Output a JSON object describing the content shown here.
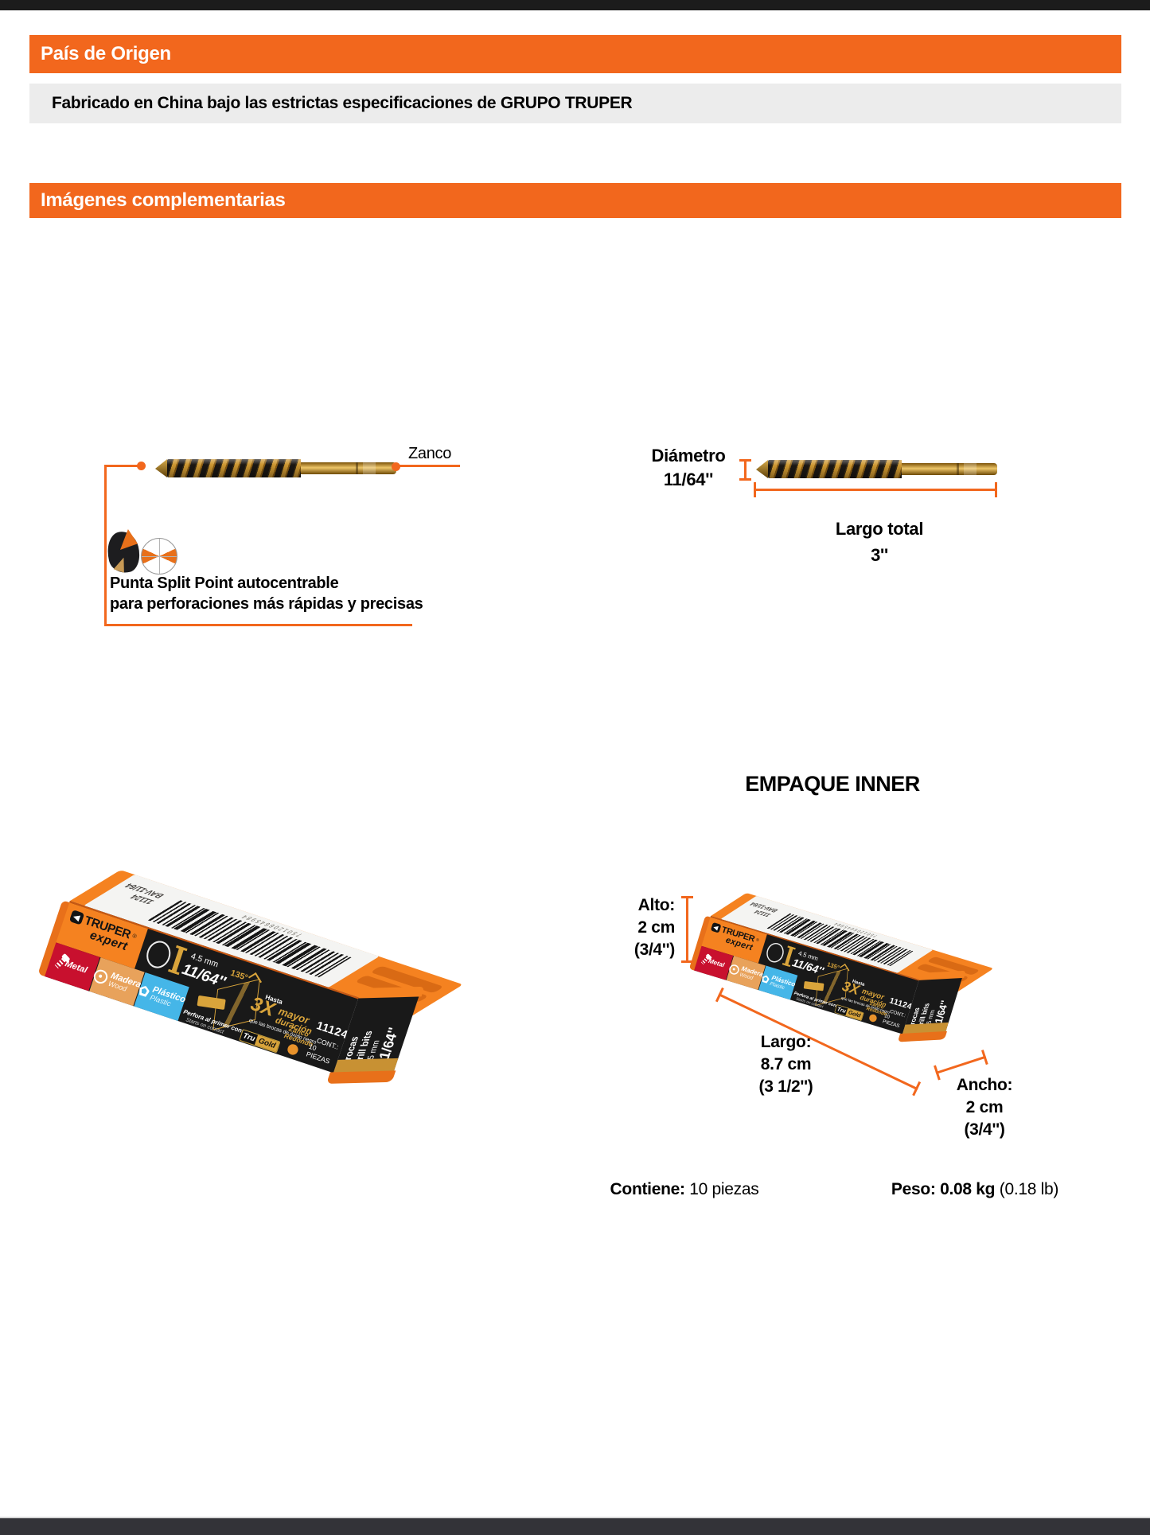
{
  "colors": {
    "accent_orange": "#F2671D",
    "box_orange": "#F58220",
    "gold": "#D9A43B",
    "metal_red": "#C8102E",
    "wood_tan": "#E8A25B",
    "plastic_blue": "#45B6E8",
    "top_bar": "#1c1c1c",
    "bottom_bar": "#333338",
    "gray_band": "#ececec"
  },
  "header": {
    "origin_title": "País de Origen",
    "origin_text": "Fabricado en China bajo las estrictas especificaciones de GRUPO TRUPER",
    "images_title": "Imágenes complementarias"
  },
  "diagram": {
    "zanco": "Zanco",
    "punta_line1": "Punta Split Point autocentrable",
    "punta_line2": "para perforaciones más rápidas y precisas",
    "diametro_label": "Diámetro",
    "diametro_value": "11/64''",
    "largo_label": "Largo total",
    "largo_value": "3''"
  },
  "empaque": {
    "heading": "EMPAQUE INNER",
    "alto": {
      "label": "Alto:",
      "value": "2 cm",
      "alt": "(3/4'')"
    },
    "largo": {
      "label": "Largo:",
      "value": "8.7 cm",
      "alt": "(3 1/2'')"
    },
    "ancho": {
      "label": "Ancho:",
      "value": "2 cm",
      "alt": "(3/4'')"
    },
    "contiene_label": "Contiene:",
    "contiene_value": "10 piezas",
    "peso_label": "Peso: 0.08 kg",
    "peso_alt": "(0.18 lb)"
  },
  "package": {
    "brand": "TRUPER",
    "brand_reg": "®",
    "brand_sub": "expert",
    "sku": "11124",
    "model": "BAV-11/64",
    "barcode": "7501206645984",
    "chips": [
      {
        "label": "Metal",
        "sub": ""
      },
      {
        "label": "Madera",
        "sub": "Wood"
      },
      {
        "label": "Plástico",
        "sub": "Plastic"
      }
    ],
    "size_mm": "4.5 mm",
    "size_in": "11/64''",
    "angle": "135°",
    "hasta": "Hasta",
    "x3": "3X",
    "mayor": "mayor",
    "duracion": "duración",
    "compare": "que las brocas de óxido negro",
    "perfora": "Perfora al primer contacto",
    "perfora_sub": "Starts on contact",
    "zanco_line1": "Zanco",
    "zanco_line2": "Redondo",
    "cont_label": "CONT.:",
    "cont_value": "10 PIEZAS",
    "trugold_tru": "Tru",
    "trugold_gold": "Gold",
    "end_line1": "Brocas",
    "end_line2": "Drill bits"
  }
}
